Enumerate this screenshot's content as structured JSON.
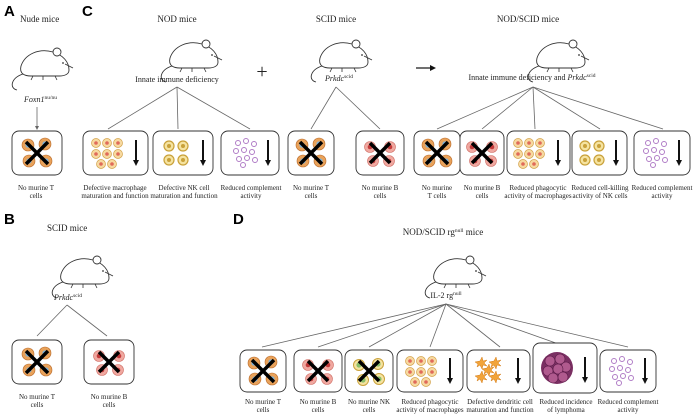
{
  "panels": {
    "A": {
      "letter": "A",
      "title": "Nude mice",
      "gene": "Foxn1",
      "gene_sup": "nu/nu",
      "outcomes": [
        "No murine T",
        "cells"
      ]
    },
    "B": {
      "letter": "B",
      "title": "SCID mice",
      "gene": "Prkdc",
      "gene_sup": "scid",
      "outcomes": [
        [
          "No murine T",
          "cells"
        ],
        [
          "No murine B",
          "cells"
        ]
      ]
    },
    "C": {
      "letter": "C",
      "nod_title": "NOD mice",
      "nod_sub": "Innate immune deficiency",
      "plus": "+",
      "scid_title": "SCID mice",
      "scid_gene": "Prkdc",
      "scid_gene_sup": "scid",
      "arrow": "→",
      "combo_title": "NOD/SCID mice",
      "combo_sub": "Innate immune deficiency and",
      "combo_gene": "Prkdc",
      "combo_gene_sup": "scid",
      "nod_outcomes": [
        [
          "Defective macrophage",
          "maturation and function"
        ],
        [
          "Defective NK cell",
          "maturation and function"
        ],
        [
          "Reduced complement",
          "activity"
        ]
      ],
      "scid_outcomes": [
        [
          "No murine T",
          "cells"
        ],
        [
          "No murine B",
          "cells"
        ]
      ],
      "combo_outcomes": [
        [
          "No murine",
          "T cells"
        ],
        [
          "No murine B",
          "cells"
        ],
        [
          "Reduced phagocytic",
          "activity of macrophages"
        ],
        [
          "Reduced cell-killing",
          "activity of NK cells"
        ],
        [
          "Reduced complement",
          "activity"
        ]
      ]
    },
    "D": {
      "letter": "D",
      "title": "NOD/SCID rg",
      "title_sup": "null",
      "title_tail": " mice",
      "gene": "IL-2 rg",
      "gene_sup": "null",
      "outcomes": [
        [
          "No murine T",
          "cells"
        ],
        [
          "No murine B",
          "cells"
        ],
        [
          "No murine NK",
          "cells"
        ],
        [
          "Reduced phagocytic",
          "activity of macrophages"
        ],
        [
          "Defective dendritic cell",
          "maturation and function"
        ],
        [
          "Reduced incidence",
          "of lymphoma"
        ],
        [
          "Reduced complement",
          "activity"
        ]
      ]
    }
  },
  "icons": [
    "mouse-icon",
    "t-cell-cross-icon",
    "b-cell-cross-icon",
    "nk-cell-cross-icon",
    "macrophage-icon",
    "nk-cell-icon",
    "complement-icon",
    "dendritic-cell-icon",
    "lymphoma-icon",
    "down-arrow-icon"
  ],
  "colors": {
    "cell_orange": "#e9a25a",
    "cell_pink": "#f0a8a0",
    "cell_yellow": "#f2d36a",
    "complement_purple": "#b07cc6",
    "lymphoma": "#8b3a6e",
    "dendritic": "#f2a43a"
  }
}
